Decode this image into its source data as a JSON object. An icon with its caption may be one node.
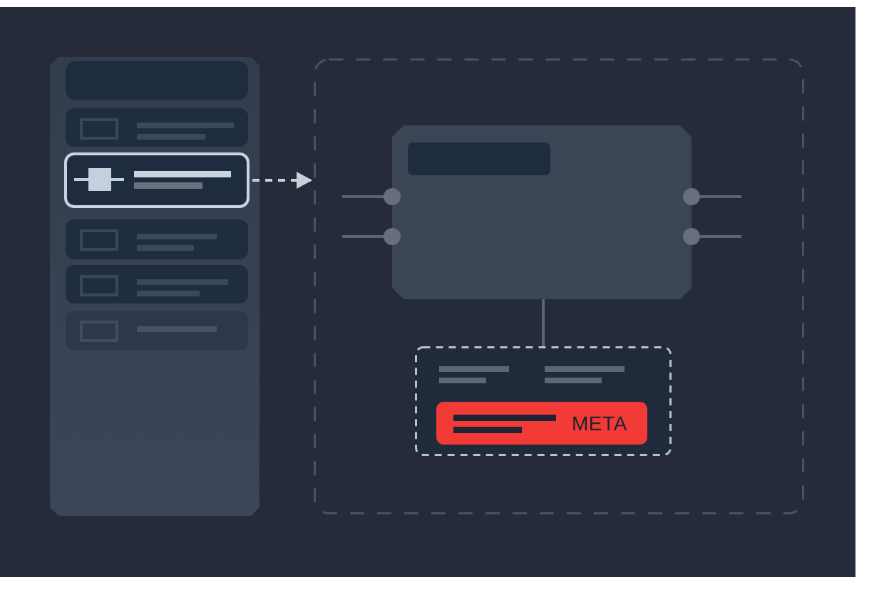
{
  "diagram": {
    "nodes": [
      {
        "text": [],
        "shape": "box"
      },
      {
        "text": [],
        "shape": "box",
        "in": 0
      },
      {
        "text": [],
        "shape": "box",
        "in": 0
      },
      {
        "text": [],
        "shape": "box",
        "in": 0
      },
      {
        "text": [],
        "shape": "box",
        "in": 0
      },
      {
        "text": [],
        "shape": "box",
        "in": 0
      },
      {
        "text": [],
        "shape": "box",
        "in": 0
      },
      {
        "text": [],
        "shape": "box"
      },
      {
        "text": [],
        "shape": "box",
        "in": 7
      },
      {
        "text": [],
        "shape": "box",
        "in": 8
      },
      {
        "text": [],
        "shape": "box",
        "in": 7
      },
      {
        "text": [
          "META"
        ],
        "in": 10
      }
    ],
    "edges": [
      {
        "from": 3,
        "to": 7,
        "arrow": "to",
        "style": "dashed",
        "color": "#c8d0dc"
      },
      {
        "from": null,
        "to": 8,
        "arrow": "other"
      },
      {
        "from": null,
        "to": 8,
        "arrow": "other"
      },
      {
        "from": null,
        "to": 8,
        "arrow": "other"
      },
      {
        "from": null,
        "to": 8,
        "arrow": "other"
      },
      {
        "from": 8,
        "to": 10,
        "arrow": "none"
      }
    ]
  }
}
